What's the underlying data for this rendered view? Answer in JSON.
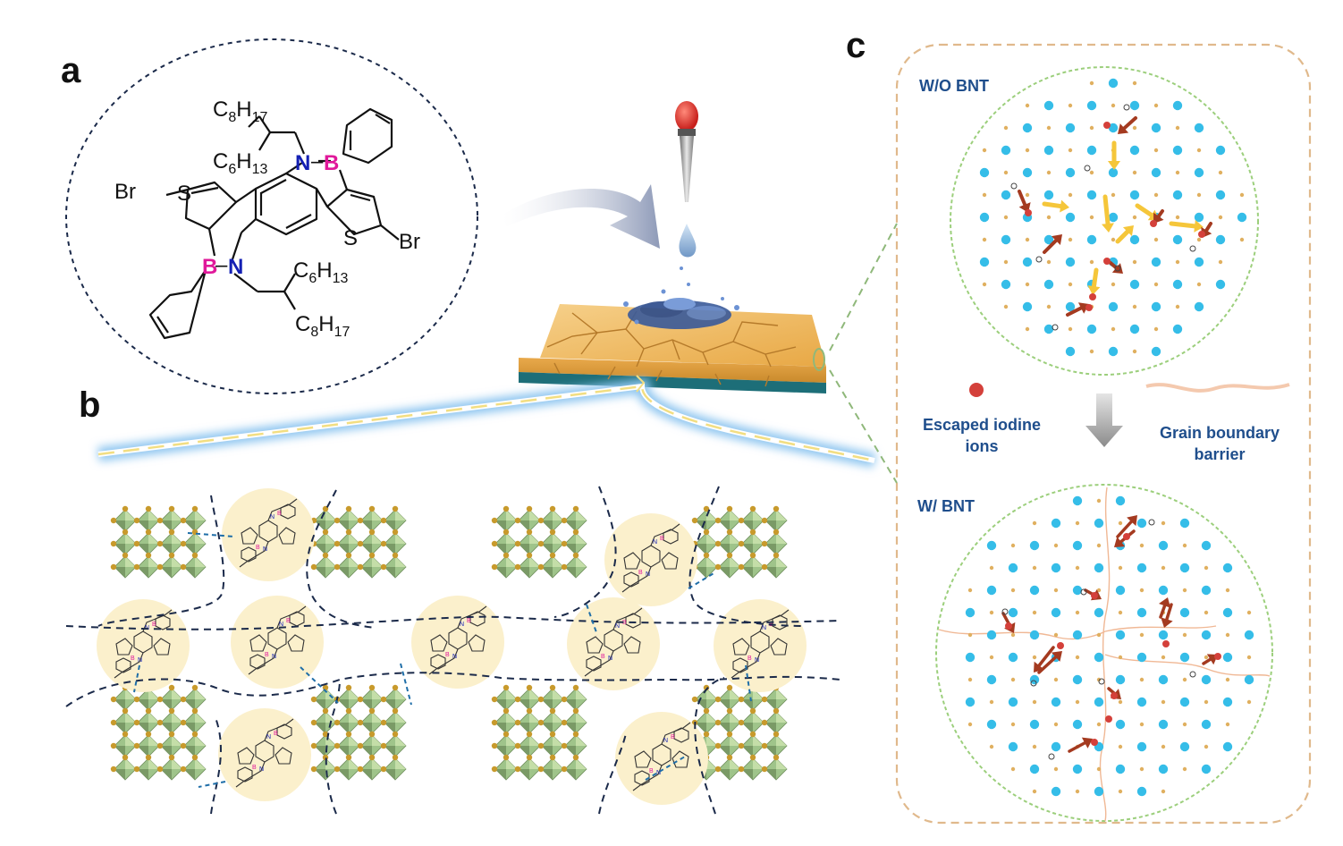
{
  "panels": {
    "a": "a",
    "b": "b",
    "c": "c"
  },
  "molecule": {
    "r1_c": "C",
    "r1_c_sub": "8",
    "r1_h": "H",
    "r1_h_sub": "17",
    "r2_c": "C",
    "r2_c_sub": "6",
    "r2_h": "H",
    "r2_h_sub": "13",
    "r3_c": "C",
    "r3_c_sub": "6",
    "r3_h": "H",
    "r3_h_sub": "13",
    "r4_c": "C",
    "r4_c_sub": "8",
    "r4_h": "H",
    "r4_h_sub": "17",
    "n_atom": "N",
    "b_atom": "B",
    "s_atom": "S",
    "br_atom": "Br",
    "bond_dash": "–"
  },
  "panel_c": {
    "wo_label": "W/O BNT",
    "w_label": "W/ BNT",
    "legend_iodine_line1": "Escaped iodine",
    "legend_iodine_line2": "ions",
    "legend_gb_line1": "Grain boundary",
    "legend_gb_line2": "barrier"
  },
  "colors": {
    "dashed_border": "#1b2a4a",
    "nitrogen": "#1420b4",
    "boron": "#e0189a",
    "label_blue": "#1f4e8c",
    "cation_blue": "#35bde8",
    "anion_gold": "#e0b060",
    "iodine_red": "#d4403a",
    "arrow_red": "#a43a20",
    "arrow_yellow": "#f5c63a",
    "film_gold": "#f2be6a",
    "substrate_teal": "#1d6e78",
    "octahedra_green": "#9fc48a",
    "molecule_bg": "#fbf0cc",
    "glow_blue": "#8fc6f0",
    "panel_c_border": "#e0b98c"
  }
}
